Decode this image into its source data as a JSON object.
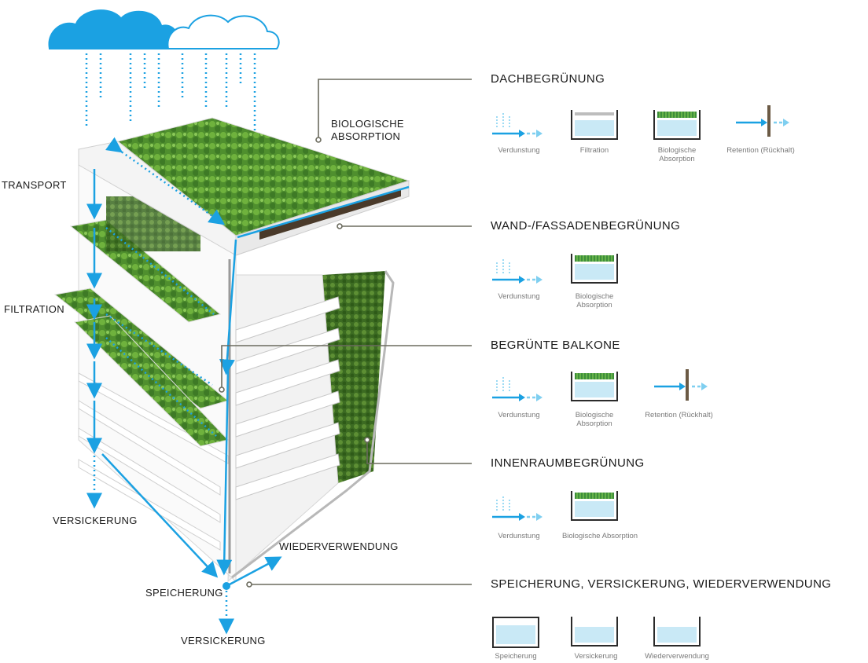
{
  "left_labels": {
    "biologische_absorption": "BIOLOGISCHE\nABSORPTION",
    "transport": "TRANSPORT",
    "filtration": "FILTRATION",
    "versickerung_left": "VERSICKERUNG",
    "wiederverwendung": "WIEDERVERWENDUNG",
    "speicherung": "SPEICHERUNG",
    "versickerung_bottom": "VERSICKERUNG"
  },
  "sections": [
    {
      "title": "DACHBEGRÜNUNG",
      "icons": [
        {
          "icon": "evaporation-icon",
          "caption": "Verdunstung"
        },
        {
          "icon": "filtration-icon",
          "caption": "Filtration"
        },
        {
          "icon": "biological-absorption-icon",
          "caption": "Biologische\nAbsorption"
        },
        {
          "icon": "retention-icon",
          "caption": "Retention (Rückhalt)"
        }
      ]
    },
    {
      "title": "WAND-/FASSADENBEGRÜNUNG",
      "icons": [
        {
          "icon": "evaporation-icon",
          "caption": "Verdunstung"
        },
        {
          "icon": "biological-absorption-icon",
          "caption": "Biologische\nAbsorption"
        }
      ]
    },
    {
      "title": "BEGRÜNTE BALKONE",
      "icons": [
        {
          "icon": "evaporation-icon",
          "caption": "Verdunstung"
        },
        {
          "icon": "biological-absorption-icon",
          "caption": "Biologische\nAbsorption"
        },
        {
          "icon": "retention-icon",
          "caption": "Retention (Rückhalt)"
        }
      ]
    },
    {
      "title": "INNENRAUMBEGRÜNUNG",
      "icons": [
        {
          "icon": "evaporation-icon",
          "caption": "Verdunstung"
        },
        {
          "icon": "biological-absorption-icon",
          "caption": "Biologische Absorption"
        }
      ]
    },
    {
      "title": "SPEICHERUNG, VERSICKERUNG, WIEDERVERWENDUNG",
      "icons": [
        {
          "icon": "storage-icon",
          "caption": "Speicherung"
        },
        {
          "icon": "infiltration-icon",
          "caption": "Versickerung"
        },
        {
          "icon": "reuse-icon",
          "caption": "Wiederverwendung"
        }
      ]
    }
  ],
  "colors": {
    "water": "#1ba1e2",
    "water_light": "#7fcff0",
    "grass": "#5faa3e",
    "leader": "#6b6b5e",
    "retention_bar": "#6b5a45"
  }
}
